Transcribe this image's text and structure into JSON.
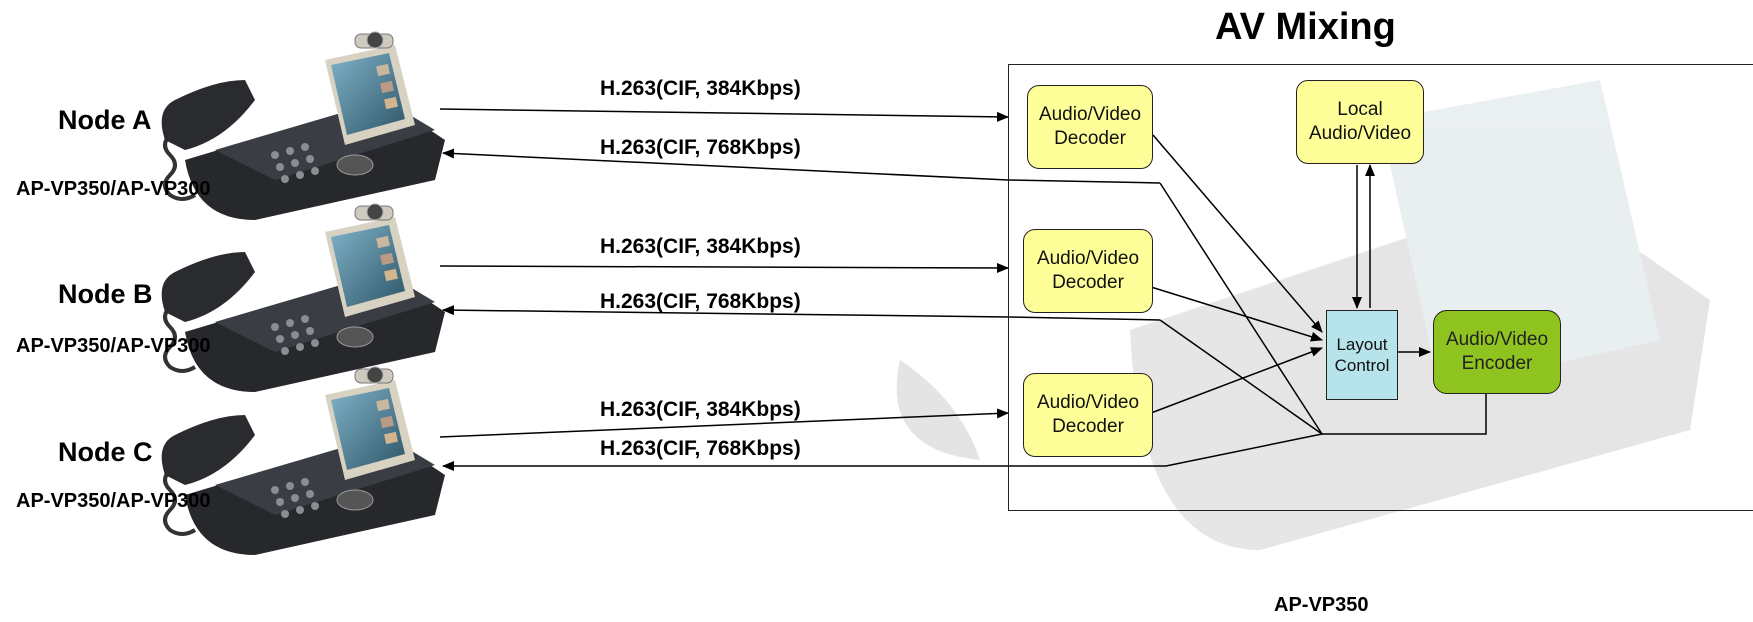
{
  "title": "AV Mixing",
  "footer_label": "AP-VP350",
  "nodes": [
    {
      "name": "Node A",
      "model": "AP-VP350/AP-VP300"
    },
    {
      "name": "Node B",
      "model": "AP-VP350/AP-VP300"
    },
    {
      "name": "Node C",
      "model": "AP-VP350/AP-VP300"
    }
  ],
  "links": [
    {
      "uplink": "H.263(CIF, 384Kbps)",
      "downlink": "H.263(CIF, 768Kbps)"
    },
    {
      "uplink": "H.263(CIF, 384Kbps)",
      "downlink": "H.263(CIF, 768Kbps)"
    },
    {
      "uplink": "H.263(CIF, 384Kbps)",
      "downlink": "H.263(CIF, 768Kbps)"
    }
  ],
  "blocks": {
    "decoder_a": "Audio/Video\nDecoder",
    "decoder_b": "Audio/Video\nDecoder",
    "decoder_c": "Audio/Video\nDecoder",
    "local": "Local\nAudio/Video",
    "layout": "Layout\nControl",
    "encoder": "Audio/Video\nEncoder"
  },
  "colors": {
    "decoder_fill": "#ffff99",
    "layout_fill": "#b7e3ea",
    "encoder_fill": "#8fc31f",
    "phone_body": "#2e3035",
    "phone_screen": "#4f7a8e"
  },
  "icons": [
    "video-phone-icon"
  ]
}
